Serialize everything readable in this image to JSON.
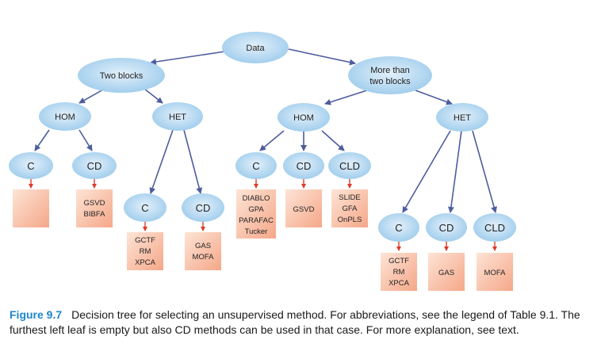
{
  "tree": {
    "root": "Data",
    "left_branch": "Two blocks",
    "right_branch_lines": [
      "More than",
      "two blocks"
    ],
    "left_hom": "HOM",
    "left_het": "HET",
    "right_hom": "HOM",
    "right_het": "HET",
    "c": "C",
    "cd": "CD",
    "cld": "CLD",
    "leaves": {
      "l_hom_cd": [
        "GSVD",
        "BIBFA"
      ],
      "l_het_c": [
        "GCTF",
        "RM",
        "XPCA"
      ],
      "l_het_cd": [
        "GAS",
        "MOFA"
      ],
      "r_hom_c": [
        "DIABLO",
        "GPA",
        "PARAFAC",
        "Tucker"
      ],
      "r_hom_cd": [
        "GSVD"
      ],
      "r_hom_cld": [
        "SLIDE",
        "GFA",
        "OnPLS"
      ],
      "r_het_c": [
        "GCTF",
        "RM",
        "XPCA"
      ],
      "r_het_cd": [
        "GAS"
      ],
      "r_het_cld": [
        "MOFA"
      ]
    }
  },
  "caption": {
    "label": "Figure 9.7",
    "text": "Decision tree for selecting an unsupervised method. For abbreviations, see the legend of Table 9.1. The furthest left leaf is empty but also CD methods can be used in that case. For more explanation, see text."
  },
  "colors": {
    "node_light": "#e3f0fa",
    "node_dark": "#9ccbec",
    "leaf_light": "#fde4d6",
    "leaf_dark": "#f5a788",
    "edge": "#4d5d9e",
    "leaf_arrow": "#dd3b2a",
    "caption_label": "#1f86c9"
  }
}
